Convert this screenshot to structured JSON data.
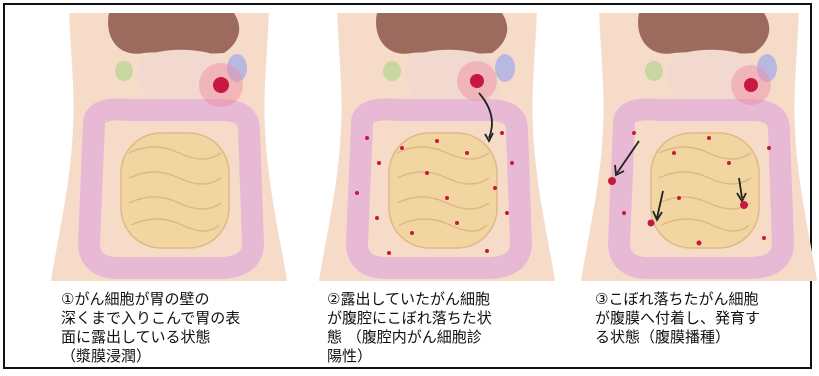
{
  "panels": [
    {
      "caption": "①がん細胞が胃の壁の\n深くまで入りこんで胃の表\n面に露出している状態\n（漿膜浸潤）",
      "stage": 1
    },
    {
      "caption": "②露出していたがん細胞\nが腹腔にこぼれ落ちた状\n態 （腹腔内がん細胞診\n陽性）",
      "stage": 2
    },
    {
      "caption": "③こぼれ落ちたがん細胞\nが腹膜へ付着し、発育す\nる状態（腹膜播種）",
      "stage": 3
    }
  ],
  "colors": {
    "skin": "#f6dcc8",
    "liver": "#9c6b5e",
    "stomach": "#f1d9cf",
    "intestine_large": "#e7b9d4",
    "intestine_small": "#f2d6a2",
    "tumor": "#c8183f",
    "glow": "#f08aa2",
    "gallbladder": "#c8d6a0",
    "pancreas": "#e6a66a",
    "spleen": "#b8b8e0"
  }
}
